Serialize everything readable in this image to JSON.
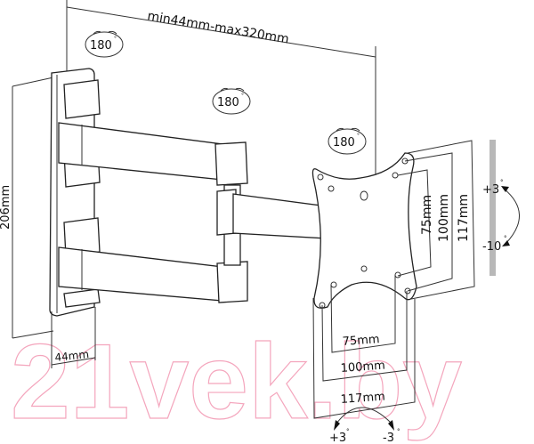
{
  "dimensions": {
    "extension": "min44mm-max320mm",
    "height": "206mm",
    "depth": "44mm",
    "vesa_v_small": "75mm",
    "vesa_v_medium": "100mm",
    "vesa_v_large": "117mm",
    "vesa_h_small": "75mm",
    "vesa_h_medium": "100mm",
    "vesa_h_large": "117mm"
  },
  "rotation": {
    "wall_joint": "180",
    "middle_joint": "180",
    "plate_joint": "180",
    "degree_symbol": "°"
  },
  "tilt": {
    "up": "+3",
    "down": "-10"
  },
  "swivel": {
    "left": "+3",
    "right": "-3"
  },
  "watermark": "21vek.by"
}
